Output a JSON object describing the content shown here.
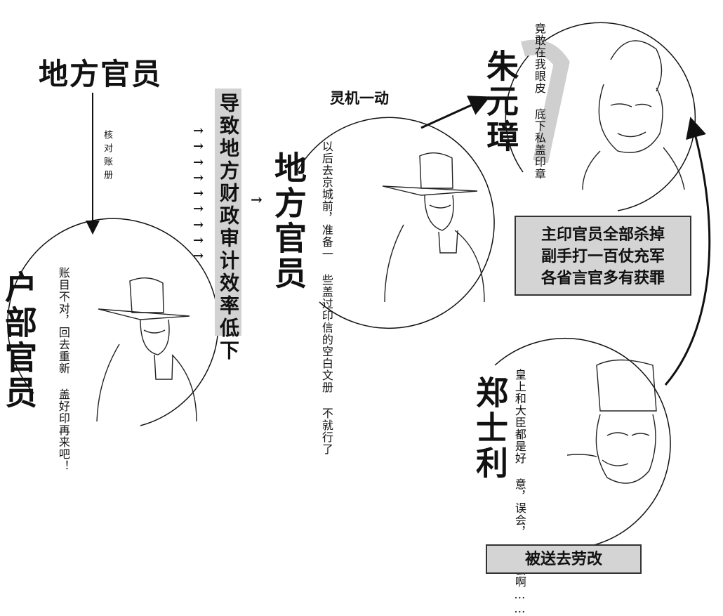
{
  "header": {
    "title": "地方官员"
  },
  "flow": {
    "check_label": "核对账册",
    "result_label": "导致地方财政审计效率低下",
    "arrows": "→\n→\n→\n→\n→\n→\n→\n→\n→",
    "mid_arrow": "→",
    "idea_label": "灵机一动"
  },
  "panels": {
    "hubu": {
      "name": "户部官员",
      "speech_lines": [
        "账目不对，回去重新",
        "盖好印再来吧！"
      ]
    },
    "local": {
      "name": "地方官员",
      "speech_lines": [
        "以后去京城前，准备一",
        "些盖过印信的空白文册",
        "不就行了"
      ]
    },
    "zhu": {
      "name": "朱元璋",
      "speech_lines": [
        "竟敢在我眼皮",
        "底下私盖印章"
      ]
    },
    "zheng": {
      "name": "郑士利",
      "speech_lines": [
        "皇上和大臣都是好",
        "意，误会，",
        "误会啊……"
      ]
    }
  },
  "punishment": {
    "lines": [
      "主印官员全部杀掉",
      "副手打一百仗充军",
      "各省言官多有获罪"
    ]
  },
  "footer": {
    "label": "被送去劳改"
  },
  "icons": [
    "official-portrait-icon",
    "emperor-portrait-icon"
  ]
}
